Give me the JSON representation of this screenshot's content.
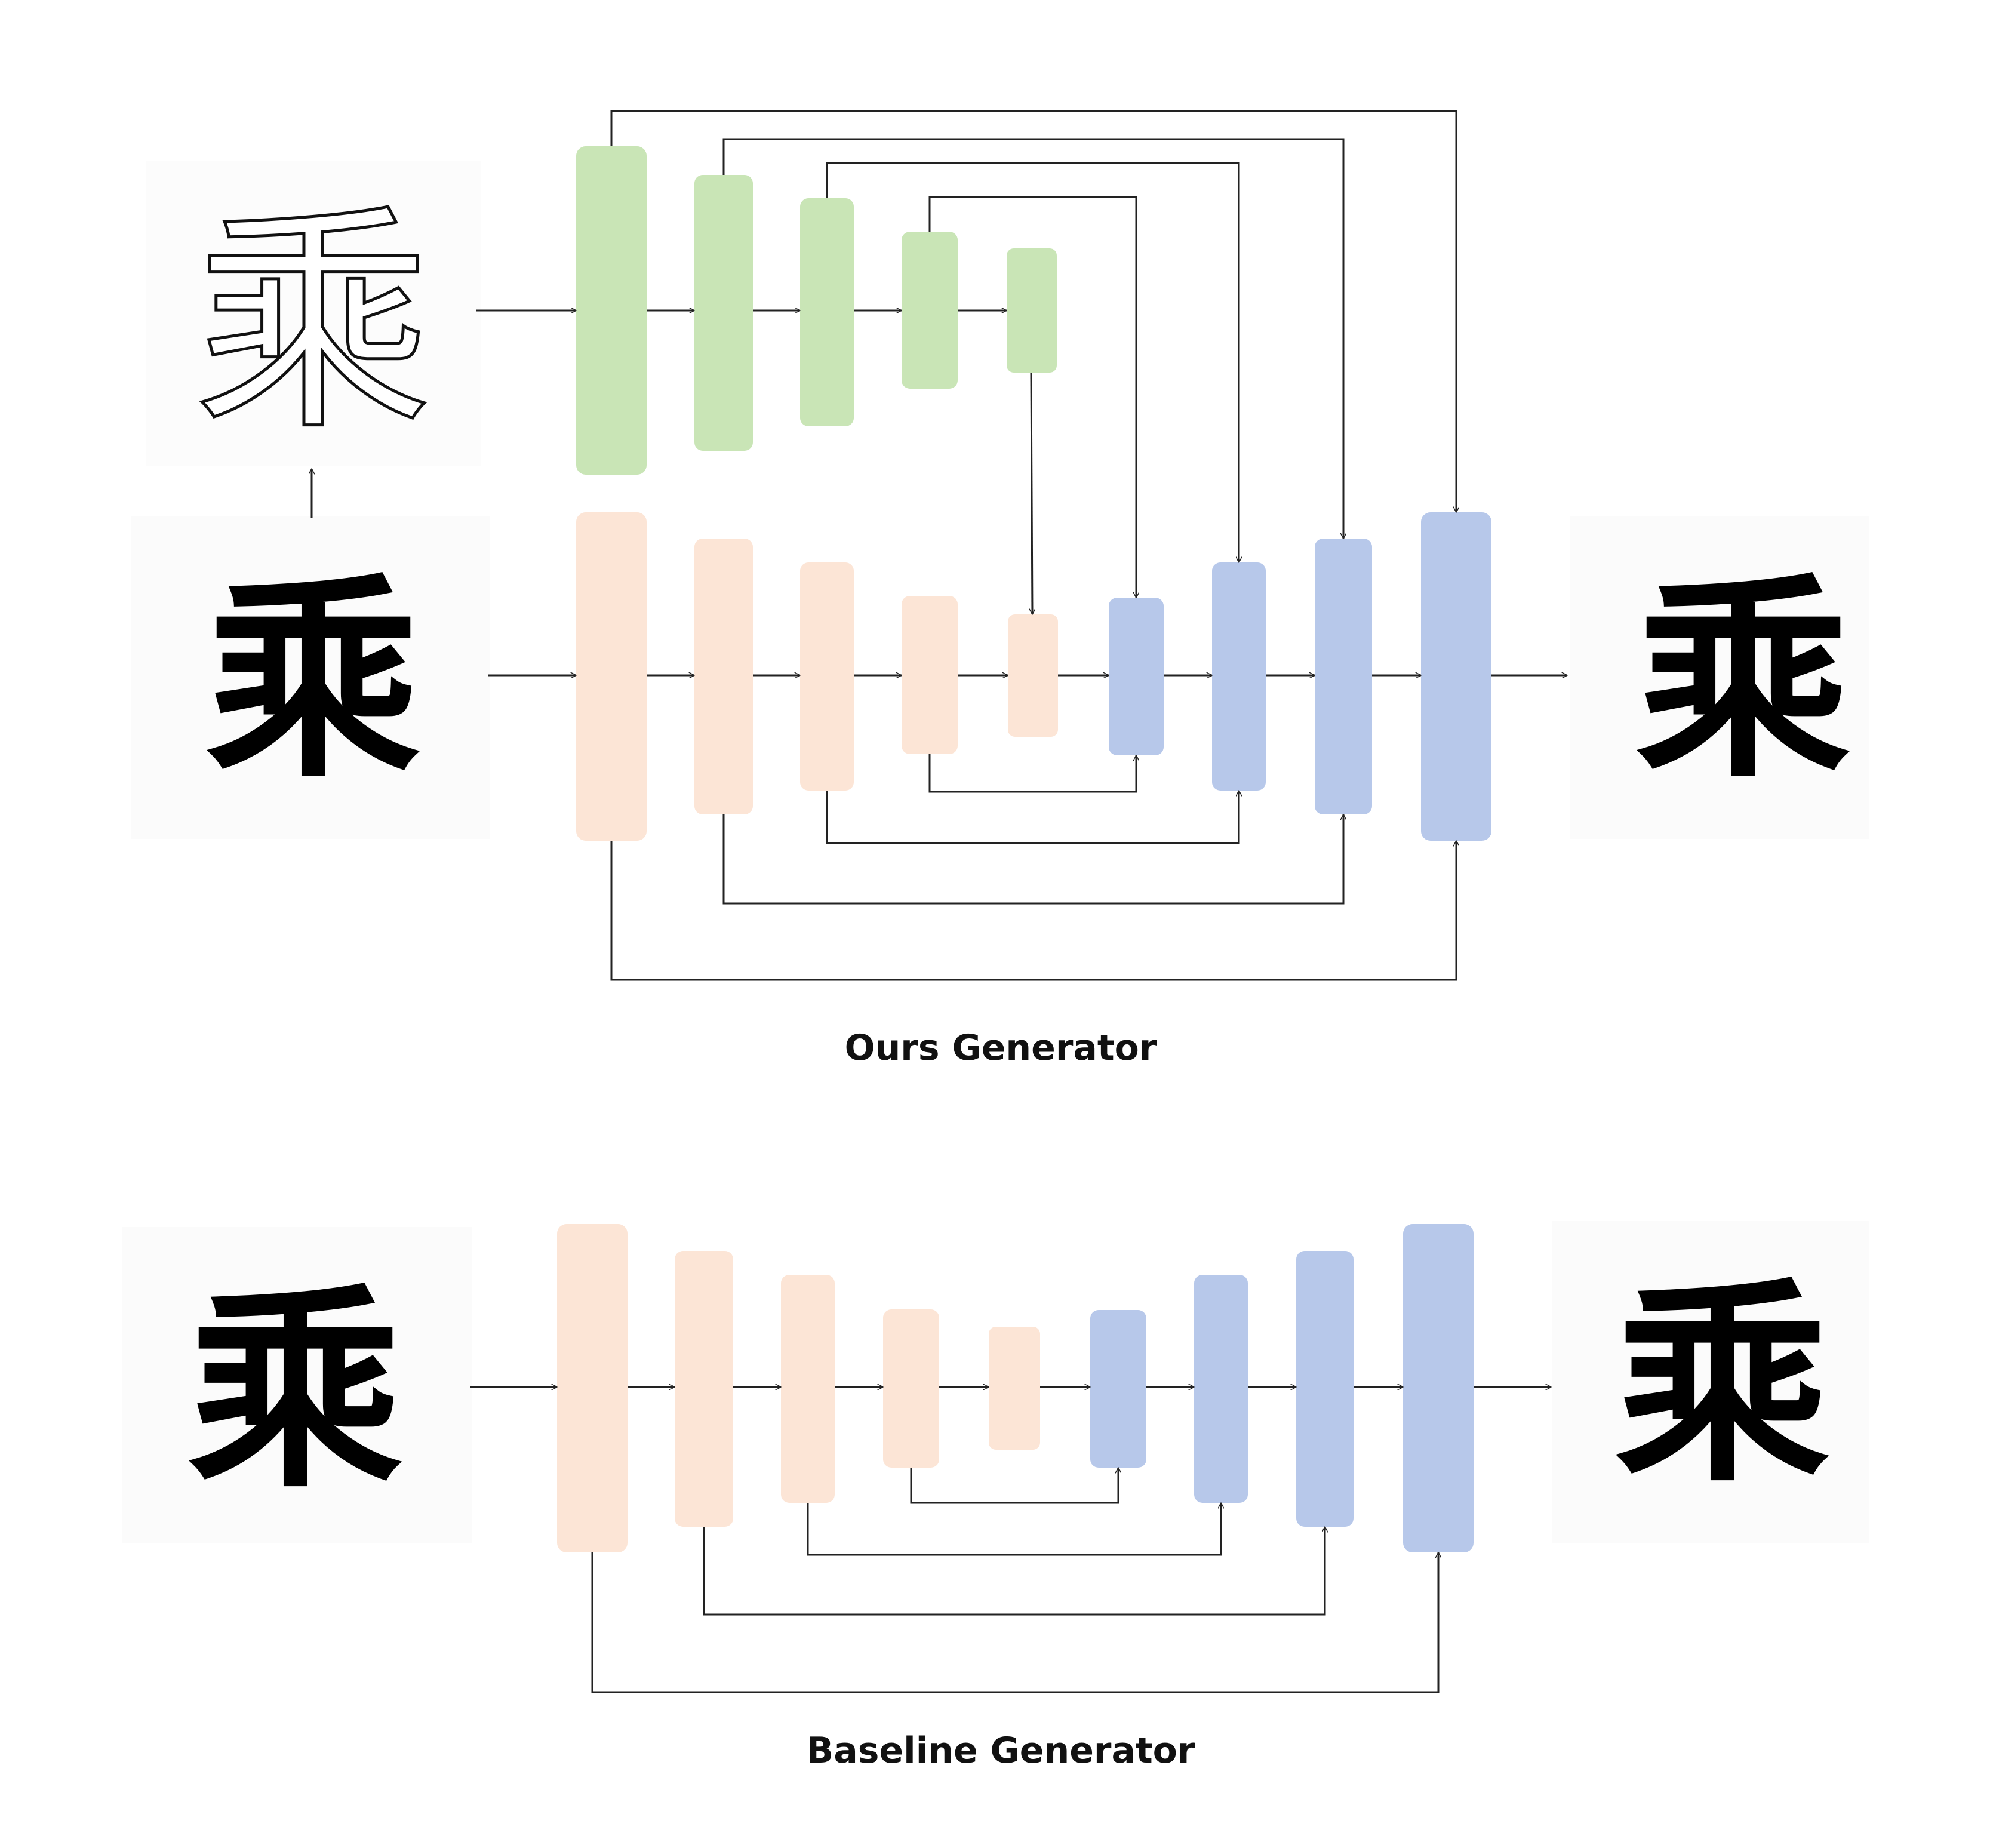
{
  "captions": {
    "ours": "Ours Generator",
    "baseline": "Baseline Generator"
  },
  "glyphs": {
    "outline_input": "乘",
    "input": "乘",
    "output": "乘"
  },
  "colors": {
    "skeleton_encoder": "#c9e5b6",
    "encoder": "#fce5d6",
    "decoder": "#b7c8ea",
    "line": "#222222"
  }
}
